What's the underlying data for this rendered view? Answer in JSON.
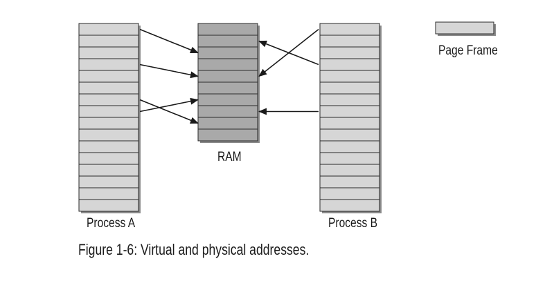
{
  "diagram": {
    "process_a": {
      "label": "Process A",
      "pages": 16
    },
    "ram": {
      "label": "RAM",
      "frames": 10
    },
    "process_b": {
      "label": "Process B",
      "pages": 16
    },
    "legend": {
      "label": "Page Frame"
    },
    "caption": "Figure 1-6: Virtual and physical addresses.",
    "mappings": [
      {
        "from": "process-a",
        "page": 1,
        "frame": 3
      },
      {
        "from": "process-a",
        "page": 4,
        "frame": 5
      },
      {
        "from": "process-a",
        "page": 7,
        "frame": 9
      },
      {
        "from": "process-a",
        "page": 8,
        "frame": 7
      },
      {
        "from": "process-b",
        "page": 1,
        "frame": 5
      },
      {
        "from": "process-b",
        "page": 4,
        "frame": 2
      },
      {
        "from": "process-b",
        "page": 8,
        "frame": 8
      }
    ],
    "colors": {
      "page_fill": "#d6d6d6",
      "ram_fill": "#a9a9a9",
      "outline": "#2a2a2a",
      "shadow": "#8a8a8a",
      "arrow": "#1a1a1a"
    }
  }
}
